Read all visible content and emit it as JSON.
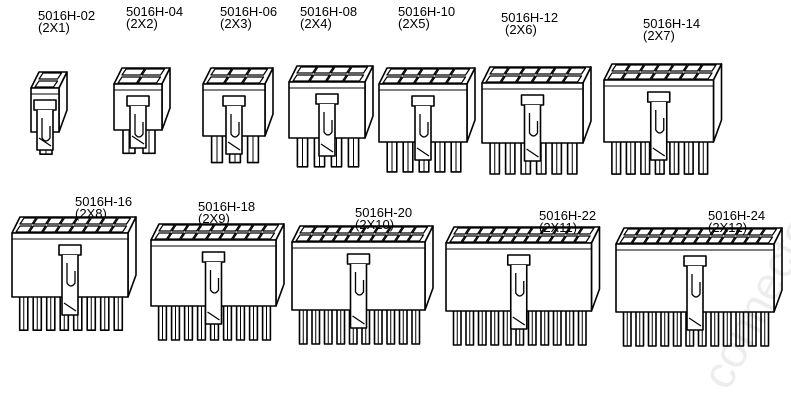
{
  "connectors": [
    {
      "part": "5016H-02",
      "size": "(2X1)",
      "cols": 1
    },
    {
      "part": "5016H-04",
      "size": "(2X2)",
      "cols": 2
    },
    {
      "part": "5016H-06",
      "size": "(2X3)",
      "cols": 3
    },
    {
      "part": "5016H-08",
      "size": "(2X4)",
      "cols": 4
    },
    {
      "part": "5016H-10",
      "size": "(2X5)",
      "cols": 5
    },
    {
      "part": "5016H-12",
      "size": "(2X6)",
      "cols": 6
    },
    {
      "part": "5016H-14",
      "size": "(2X7)",
      "cols": 7
    },
    {
      "part": "5016H-16",
      "size": "(2X8)",
      "cols": 8
    },
    {
      "part": "5016H-18",
      "size": "(2X9)",
      "cols": 9
    },
    {
      "part": "5016H-20",
      "size": "(2X10)",
      "cols": 10
    },
    {
      "part": "5016H-22",
      "size": "(2X11)",
      "cols": 11
    },
    {
      "part": "5016H-24",
      "size": "(2X12)",
      "cols": 12
    }
  ],
  "watermark": "connector",
  "colors": {
    "line": "#000000",
    "fill": "#ffffff"
  }
}
